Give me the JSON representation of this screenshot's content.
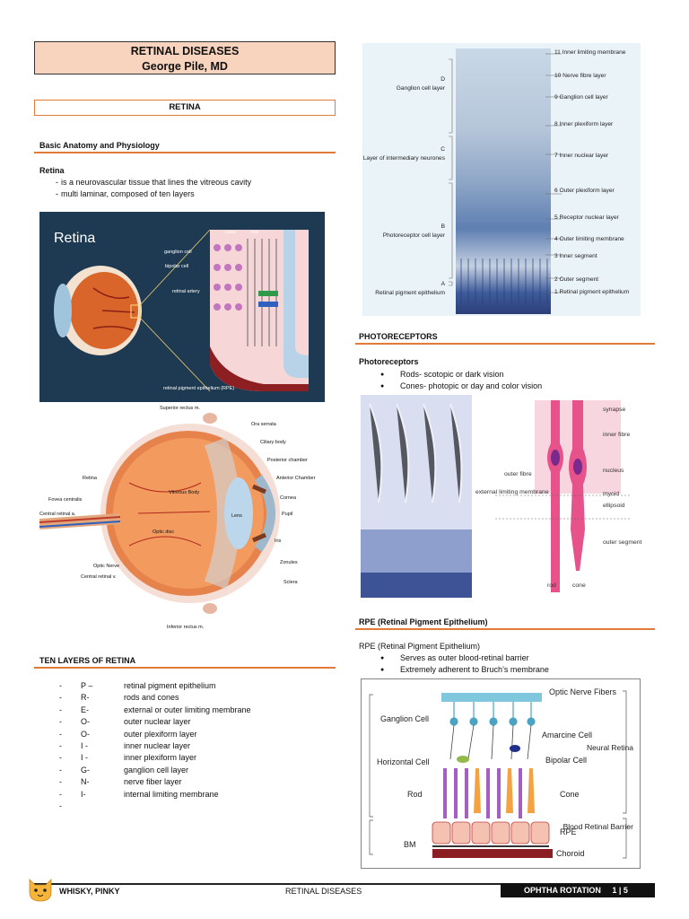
{
  "header": {
    "title": "RETINAL DISEASES",
    "author": "George Pile, MD"
  },
  "left": {
    "section_title": "RETINA",
    "anatomy_heading": "Basic Anatomy and Physiology",
    "retina_label": "Retina",
    "retina_points": [
      "is a neurovascular tissue that lines the vitreous cavity",
      "multi laminar, composed of ten layers"
    ],
    "retina_diagram": {
      "title": "Retina",
      "labels": [
        "cone",
        "rod",
        "ganglion cell",
        "bipolar cell",
        "retinal artery",
        "retinal pigment epithelium (RPE)"
      ]
    },
    "eye_diagram": {
      "labels": [
        "Superior rectus m.",
        "Ora serrata",
        "Ciliary body",
        "Posterior chamber",
        "Anterior Chamber",
        "Retina",
        "Vitreous Body",
        "Cornea",
        "Fovea centralis",
        "Pupil",
        "Central retinal a.",
        "Lens",
        "Optic disc",
        "Iris",
        "Zonules",
        "Optic Nerve",
        "Central retinal v.",
        "Sclera",
        "Inferior rectus m."
      ]
    },
    "ten_layers_heading": "TEN LAYERS OF RETINA",
    "layers": [
      {
        "code": "P –",
        "name": "retinal pigment epithelium"
      },
      {
        "code": "R-",
        "name": "rods and cones"
      },
      {
        "code": "E-",
        "name": "external or outer limiting membrane"
      },
      {
        "code": "O-",
        "name": "outer nuclear layer"
      },
      {
        "code": "O-",
        "name": "outer plexiform layer"
      },
      {
        "code": "I -",
        "name": "inner nuclear layer"
      },
      {
        "code": "I -",
        "name": "inner plexiform layer"
      },
      {
        "code": "G-",
        "name": "ganglion cell layer"
      },
      {
        "code": "N-",
        "name": "nerve fiber layer"
      },
      {
        "code": "I-",
        "name": "internal limiting membrane"
      }
    ]
  },
  "right": {
    "histology": {
      "right_labels": [
        "11 Inner limiting membrane",
        "10 Nerve fibre layer",
        "9 Ganglion cell layer",
        "8 Inner plexiform layer",
        "7 Inner nuclear layer",
        "6 Outer plexiform layer",
        "5 Receptor nuclear layer",
        "4 Outer limiting membrane",
        "3 Inner segment",
        "2 Outer segment",
        "1 Retinal pigment epithelium"
      ],
      "left_labels": [
        {
          "letter": "D",
          "text": "Ganglion cell layer"
        },
        {
          "letter": "C",
          "text": "Layer of intermediary neurones"
        },
        {
          "letter": "B",
          "text": "Photoreceptor cell layer"
        },
        {
          "letter": "A",
          "text": "Retinal pigment epithelium"
        }
      ]
    },
    "photoreceptors_heading": "PHOTORECEPTORS",
    "photoreceptors_label": "Photoreceptors",
    "photoreceptor_points": [
      "Rods- scotopic or dark vision",
      "Cones- photopic or day and color vision"
    ],
    "photo_diagram": {
      "labels": [
        "synapse",
        "inner fibre",
        "nucleus",
        "outer fibre",
        "external limiting membrane",
        "myoid",
        "ellipsoid",
        "outer segment",
        "rod",
        "cone"
      ]
    },
    "rpe_heading": "RPE (Retinal Pigment Epithelium)",
    "rpe_label": "RPE (Retinal Pigment Epithelium)",
    "rpe_points": [
      "Serves as outer blood-retinal barrier",
      "Extremely adherent to Bruch’s membrane"
    ],
    "rpe_diagram": {
      "labels": [
        "Optic Nerve Fibers",
        "Ganglion Cell",
        "Amarcine Cell",
        "Horizontal Cell",
        "Bipolar Cell",
        "Rod",
        "Cone",
        "RPE",
        "BM",
        "Choroid",
        "Neural Retina",
        "Blood Retinal Barrier"
      ]
    }
  },
  "footer": {
    "left": "WHISKY, PINKY",
    "center": "RETINAL DISEASES",
    "right": "OPHTHA ROTATION     1 | 5"
  }
}
